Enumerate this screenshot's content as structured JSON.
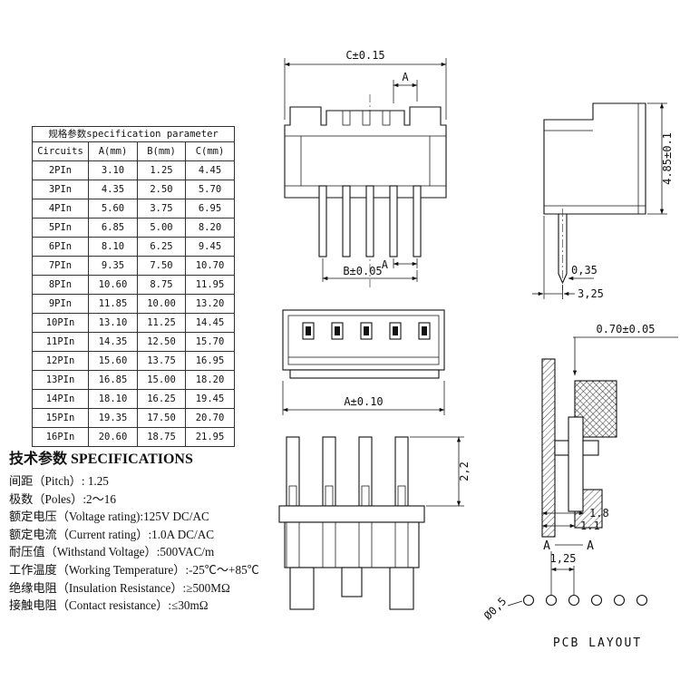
{
  "table": {
    "title": "规格参数specification parameter",
    "headers": [
      "Circuits",
      "A(mm)",
      "B(mm)",
      "C(mm)"
    ],
    "rows": [
      [
        "2PIn",
        "3.10",
        "1.25",
        "4.45"
      ],
      [
        "3PIn",
        "4.35",
        "2.50",
        "5.70"
      ],
      [
        "4PIn",
        "5.60",
        "3.75",
        "6.95"
      ],
      [
        "5PIn",
        "6.85",
        "5.00",
        "8.20"
      ],
      [
        "6PIn",
        "8.10",
        "6.25",
        "9.45"
      ],
      [
        "7PIn",
        "9.35",
        "7.50",
        "10.70"
      ],
      [
        "8PIn",
        "10.60",
        "8.75",
        "11.95"
      ],
      [
        "9PIn",
        "11.85",
        "10.00",
        "13.20"
      ],
      [
        "10PIn",
        "13.10",
        "11.25",
        "14.45"
      ],
      [
        "11PIn",
        "14.35",
        "12.50",
        "15.70"
      ],
      [
        "12PIn",
        "15.60",
        "13.75",
        "16.95"
      ],
      [
        "13PIn",
        "16.85",
        "15.00",
        "18.20"
      ],
      [
        "14PIn",
        "18.10",
        "16.25",
        "19.45"
      ],
      [
        "15PIn",
        "19.35",
        "17.50",
        "20.70"
      ],
      [
        "16PIn",
        "20.60",
        "18.75",
        "21.95"
      ]
    ]
  },
  "specs": {
    "heading_zh": "技术参数",
    "heading_en": "SPECIFICATIONS",
    "lines": [
      "间距（Pitch）: 1.25",
      "极数（Poles）:2～16",
      "额定电压（Voltage rating):125V DC/AC",
      "额定电流（Current rating）:1.0A DC/AC",
      "耐压值（Withstand Voltage）:500VAC/m",
      "工作温度（Working Temperature）:-25℃～+85℃",
      "绝缘电阻（Insulation Resistance）:≥500MΩ",
      "接触电阻（Contact resistance）:≤30mΩ"
    ]
  },
  "dims": {
    "front_width": "C±0.15",
    "front_pitch_top": "A",
    "front_pitch_bottom": "A",
    "front_b": "B±0.05",
    "side_height": "4.85±0.1",
    "side_pin_width": "0,35",
    "side_depth": "3,25",
    "top_width": "A±0.10",
    "section_pin": "0.70±0.05",
    "mounted_pin_height": "2,2",
    "section_w1": "1.8",
    "section_w2": "1.1",
    "section_mark_left": "A",
    "section_mark_right": "A",
    "pcb_pitch": "1,25",
    "pcb_hole": "Ø0,5",
    "pcb_caption": "PCB LAYOUT"
  }
}
